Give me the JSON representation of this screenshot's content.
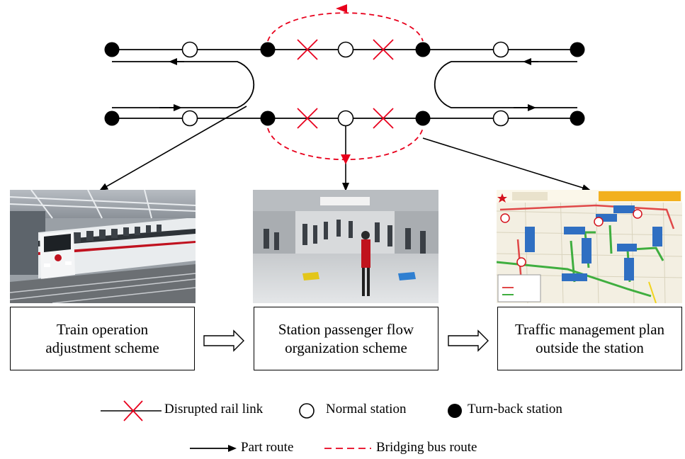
{
  "schemes": [
    {
      "label": "Train operation\nadjustment scheme"
    },
    {
      "label": "Station passenger flow\norganization scheme"
    },
    {
      "label": "Traffic management plan\noutside the station"
    }
  ],
  "legend": {
    "disrupted": "Disrupted rail link",
    "normal": "Normal station",
    "turnback": "Turn-back station",
    "part_route": "Part route",
    "bus_route": "Bridging bus route"
  },
  "colors": {
    "disrupted": "#e8001c",
    "bus_route": "#e8001c",
    "line": "#000000"
  }
}
